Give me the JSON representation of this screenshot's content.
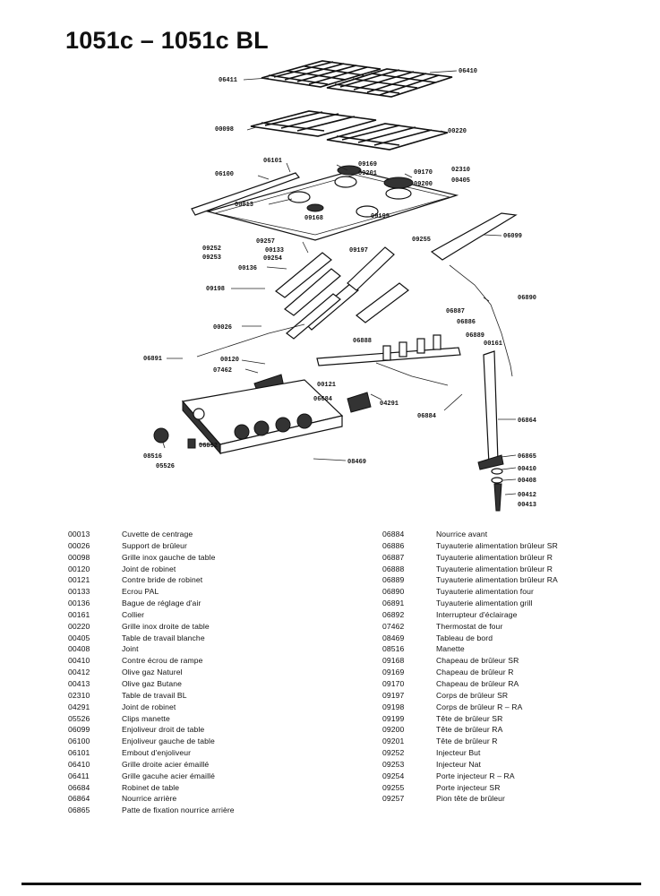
{
  "title": "1051c – 1051c BL",
  "diagram_labels": {
    "l06411": "06411",
    "l06410": "06410",
    "l00098": "00098",
    "l00220": "00220",
    "l06101": "06101",
    "l06100": "06100",
    "l09169": "09169",
    "l09201": "09201",
    "l09170": "09170",
    "l02310": "02310",
    "l09200": "09200",
    "l00405": "00405",
    "l00013": "00013",
    "l09168": "09168",
    "l09199": "09199",
    "l09257": "09257",
    "l00133": "00133",
    "l09252": "09252",
    "l09253": "09253",
    "l09254": "09254",
    "l09197": "09197",
    "l09255": "09255",
    "l06099": "06099",
    "l00136": "00136",
    "l09198": "09198",
    "l06890": "06890",
    "l06887": "06887",
    "l06886": "06886",
    "l00026": "00026",
    "l06889": "06889",
    "l06888": "06888",
    "l00161": "00161",
    "l06891": "06891",
    "l00120": "00120",
    "l07462": "07462",
    "l00121": "00121",
    "l06684": "06684",
    "l04291": "04291",
    "l06884": "06884",
    "l06864": "06864",
    "l06892": "06892",
    "l08516": "08516",
    "l05526": "05526",
    "l08469": "08469",
    "l06865": "06865",
    "l00410": "00410",
    "l00408": "00408",
    "l00412": "00412",
    "l00413": "00413"
  },
  "parts_left": [
    {
      "code": "00013",
      "desc": "Cuvette de centrage"
    },
    {
      "code": "00026",
      "desc": "Support de brûleur"
    },
    {
      "code": "00098",
      "desc": "Grille inox gauche de table"
    },
    {
      "code": "00120",
      "desc": "Joint de robinet"
    },
    {
      "code": "00121",
      "desc": "Contre bride de robinet"
    },
    {
      "code": "00133",
      "desc": "Ecrou PAL"
    },
    {
      "code": "00136",
      "desc": "Bague de réglage d'air"
    },
    {
      "code": "00161",
      "desc": "Collier"
    },
    {
      "code": "00220",
      "desc": "Grille inox droite de table"
    },
    {
      "code": "00405",
      "desc": "Table de travail blanche"
    },
    {
      "code": "00408",
      "desc": "Joint"
    },
    {
      "code": "00410",
      "desc": "Contre écrou de rampe"
    },
    {
      "code": "00412",
      "desc": "Olive gaz Naturel"
    },
    {
      "code": "00413",
      "desc": "Olive gaz Butane"
    },
    {
      "code": "02310",
      "desc": "Table de travail BL"
    },
    {
      "code": "04291",
      "desc": "Joint de robinet"
    },
    {
      "code": "05526",
      "desc": "Clips manette"
    },
    {
      "code": "06099",
      "desc": "Enjoliveur droit de table"
    },
    {
      "code": "06100",
      "desc": "Enjoliveur gauche de table"
    },
    {
      "code": "06101",
      "desc": "Embout d'enjoliveur"
    },
    {
      "code": "06410",
      "desc": "Grille droite acier émaillé"
    },
    {
      "code": "06411",
      "desc": "Grille gacuhe acier émaillé"
    },
    {
      "code": "06684",
      "desc": "Robinet de table"
    },
    {
      "code": "06864",
      "desc": "Nourrice arrière"
    },
    {
      "code": "06865",
      "desc": "Patte de fixation nourrice arrière"
    }
  ],
  "parts_right": [
    {
      "code": "06884",
      "desc": "Nourrice avant"
    },
    {
      "code": "06886",
      "desc": "Tuyauterie alimentation brûleur SR"
    },
    {
      "code": "06887",
      "desc": "Tuyauterie alimentation brûleur R"
    },
    {
      "code": "06888",
      "desc": "Tuyauterie alimentation brûleur R"
    },
    {
      "code": "06889",
      "desc": "Tuyauterie alimentation brûleur RA"
    },
    {
      "code": "06890",
      "desc": "Tuyauterie alimentation four"
    },
    {
      "code": "06891",
      "desc": "Tuyauterie alimentation grill"
    },
    {
      "code": "06892",
      "desc": "Interrupteur d'éclairage"
    },
    {
      "code": "07462",
      "desc": "Thermostat de four"
    },
    {
      "code": "08469",
      "desc": "Tableau de bord"
    },
    {
      "code": "08516",
      "desc": "Manette"
    },
    {
      "code": "09168",
      "desc": "Chapeau de brûleur SR"
    },
    {
      "code": "09169",
      "desc": "Chapeau de brûleur R"
    },
    {
      "code": "09170",
      "desc": "Chapeau de brûleur RA"
    },
    {
      "code": "09197",
      "desc": "Corps de brûleur SR"
    },
    {
      "code": "09198",
      "desc": "Corps de brûleur R – RA"
    },
    {
      "code": "09199",
      "desc": "Tête de brûleur SR"
    },
    {
      "code": "09200",
      "desc": "Tête de brûleur RA"
    },
    {
      "code": "09201",
      "desc": "Tête de brûleur R"
    },
    {
      "code": "09252",
      "desc": "Injecteur But"
    },
    {
      "code": "09253",
      "desc": "Injecteur Nat"
    },
    {
      "code": "09254",
      "desc": "Porte injecteur R – RA"
    },
    {
      "code": "09255",
      "desc": "Porte injecteur SR"
    },
    {
      "code": "09257",
      "desc": "Pion tête de brûleur"
    }
  ]
}
